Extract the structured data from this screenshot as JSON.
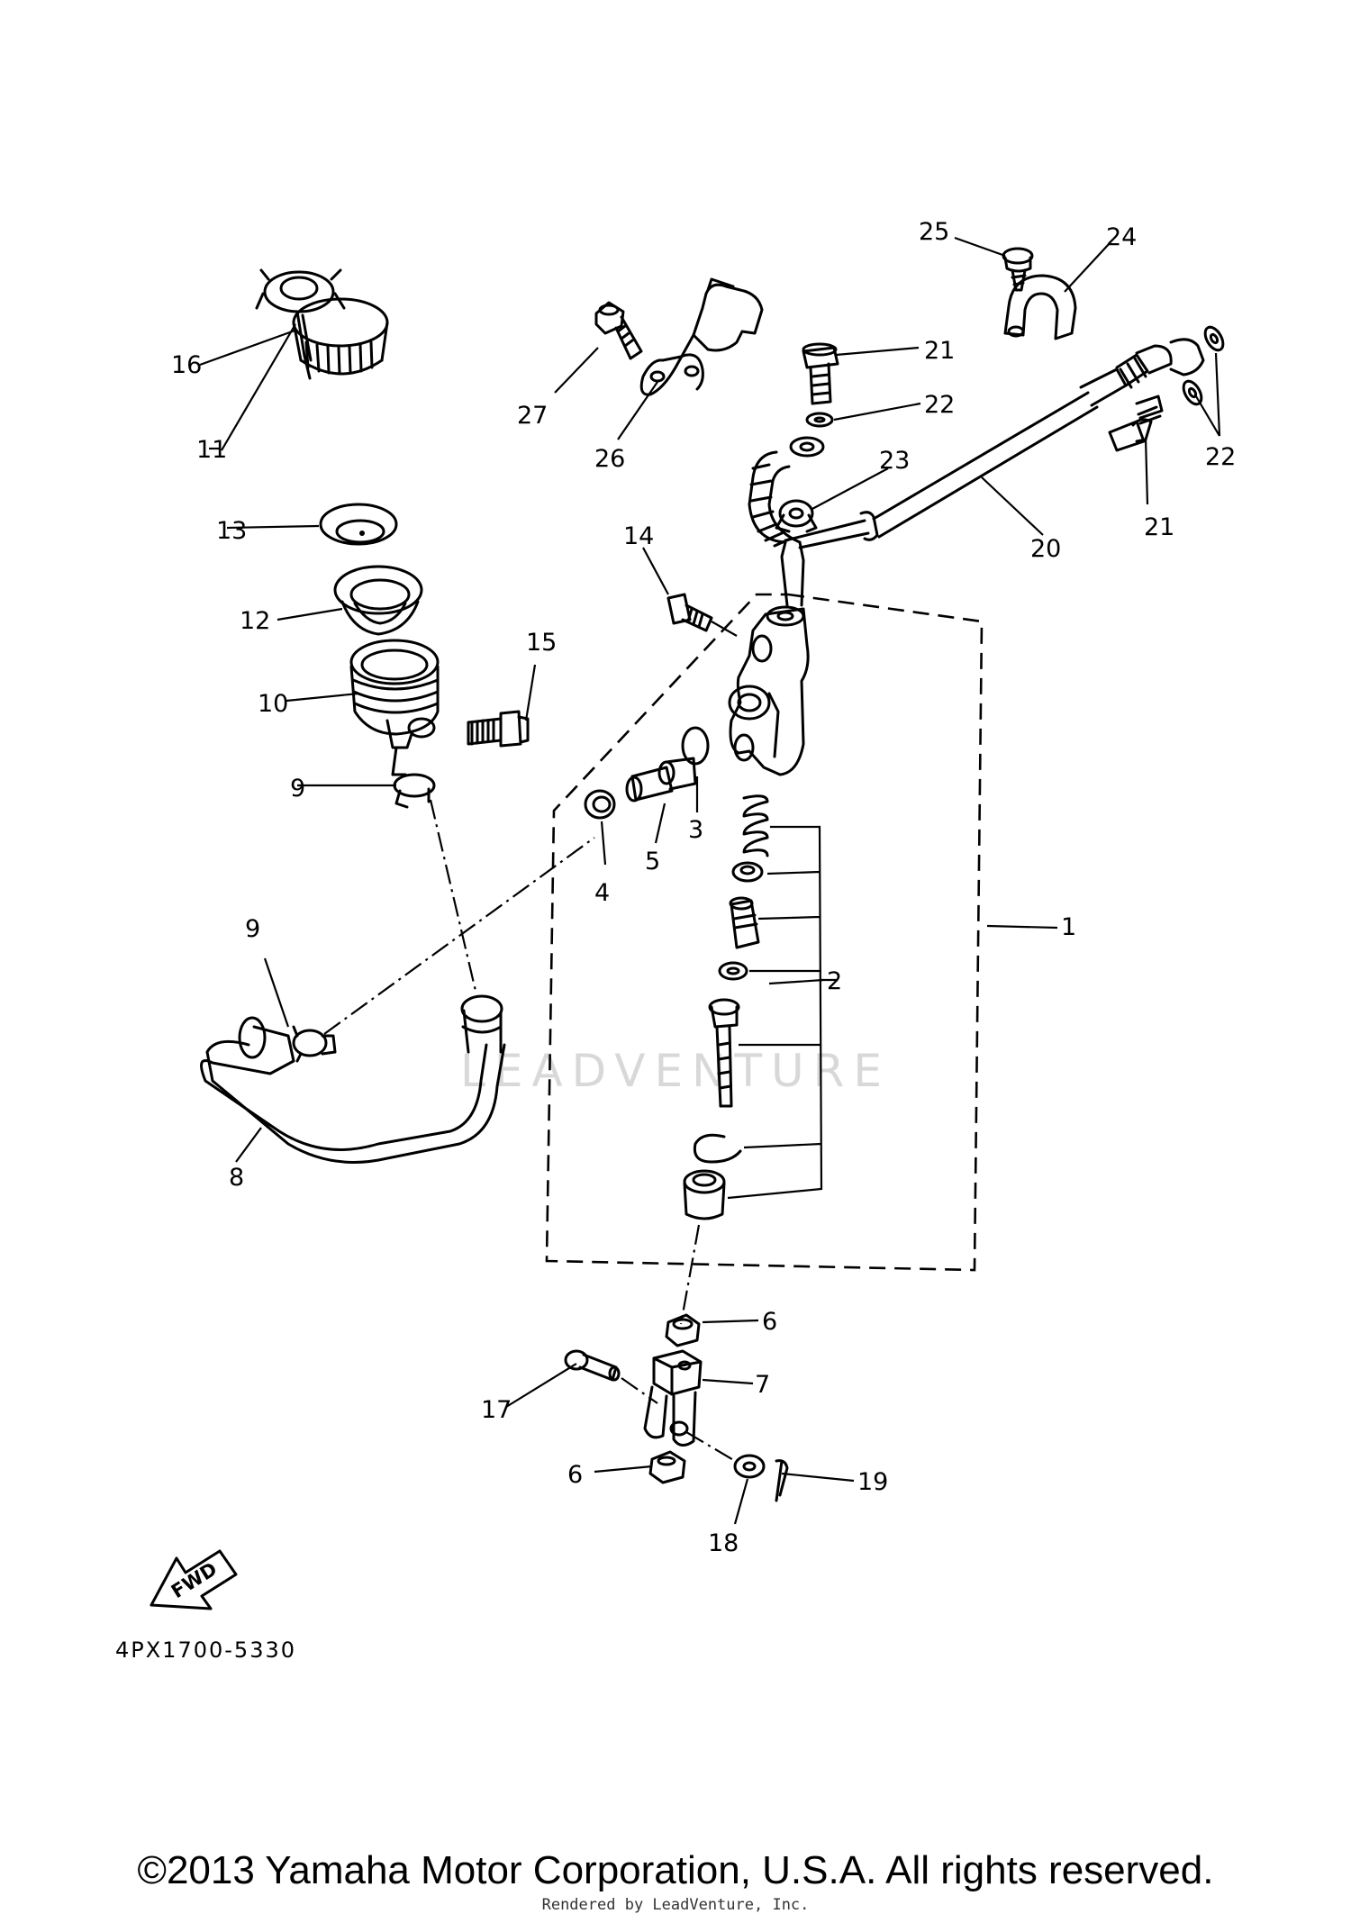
{
  "diagram": {
    "callouts": {
      "c1": "1",
      "c2": "2",
      "c3": "3",
      "c4": "4",
      "c5": "5",
      "c6a": "6",
      "c6b": "6",
      "c7": "7",
      "c8": "8",
      "c9a": "9",
      "c9b": "9",
      "c10": "10",
      "c11": "11",
      "c12": "12",
      "c13": "13",
      "c14": "14",
      "c15": "15",
      "c16": "16",
      "c17": "17",
      "c18": "18",
      "c19": "19",
      "c20": "20",
      "c21a": "21",
      "c21b": "21",
      "c22a": "22",
      "c22b": "22",
      "c23": "23",
      "c24": "24",
      "c25": "25",
      "c26": "26",
      "c27": "27"
    },
    "fwd_label": "FWD",
    "diagram_code": "4PX1700-5330",
    "watermark": "LEADVENTURE"
  },
  "footer": {
    "copyright": "©2013 Yamaha Motor Corporation, U.S.A. All rights reserved.",
    "rendered_by": "Rendered by LeadVenture, Inc."
  }
}
